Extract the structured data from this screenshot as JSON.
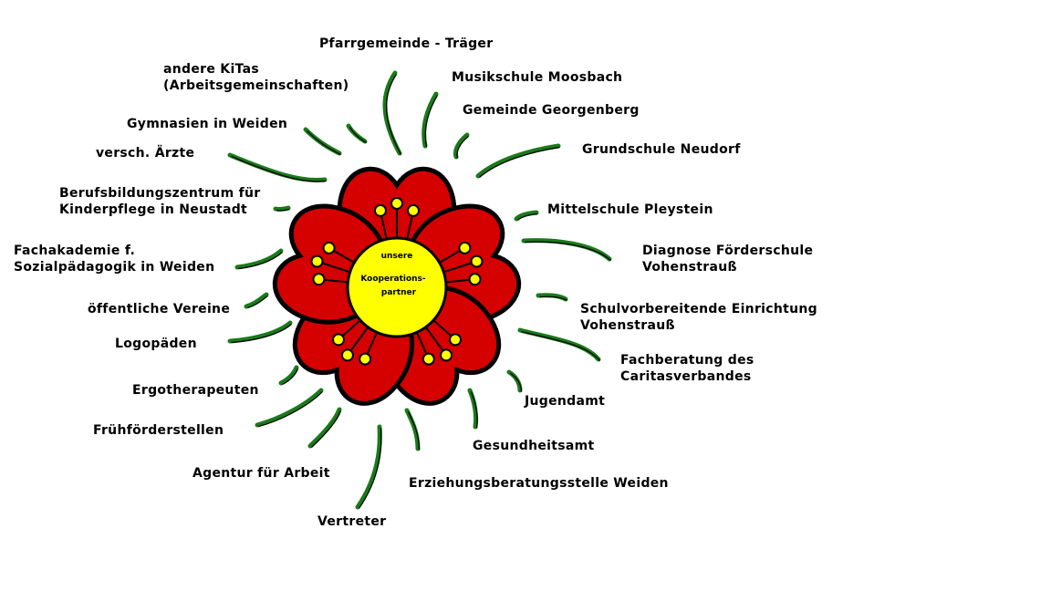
{
  "center": {
    "line1": "unsere",
    "line2": "Kooperations-",
    "line3": "partner"
  },
  "colors": {
    "petal": "#d50000",
    "outline": "#000000",
    "center": "#ffff00",
    "stroke": "#1a7a1a"
  },
  "partners": [
    "Pfarrgemeinde - Träger",
    "Musikschule Moosbach",
    "Gemeinde Georgenberg",
    "Grundschule Neudorf",
    "Mittelschule Pleystein",
    "Diagnose Förderschule\nVohenstrauß",
    "Schulvorbereitende Einrichtung\nVohenstrauß",
    "Fachberatung des\nCaritasverbandes",
    "Jugendamt",
    "Gesundheitsamt",
    "Erziehungsberatungsstelle Weiden",
    "Vertreter",
    "Agentur für Arbeit",
    "Frühförderstellen",
    "Ergotherapeuten",
    "Logopäden",
    "öffentliche Vereine",
    "Fachakademie f.\nSozialpädagogik in Weiden",
    "Berufsbildungszentrum für\nKinderpflege in Neustadt",
    "versch. Ärzte",
    "Gymnasien in Weiden",
    "andere KiTas\n(Arbeitsgemeinschaften)"
  ]
}
